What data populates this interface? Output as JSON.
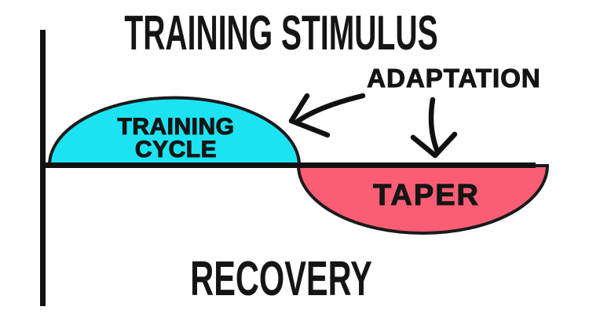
{
  "title": {
    "text": "TRAINING STIMULUS"
  },
  "recovery": {
    "text": "RECOVERY"
  },
  "adaptation": {
    "text": "ADAPTATION"
  },
  "training_cycle": {
    "line1": "TRAINING",
    "line2": "CYCLE"
  },
  "taper": {
    "text": "TAPER"
  },
  "colors": {
    "background": "#ffffff",
    "axis": "#111111",
    "text": "#151515",
    "training_cycle_fill": "#1CE3F2",
    "taper_fill": "#FB5E74",
    "shape_outline": "#1a1a1a",
    "arrow": "#111111"
  }
}
